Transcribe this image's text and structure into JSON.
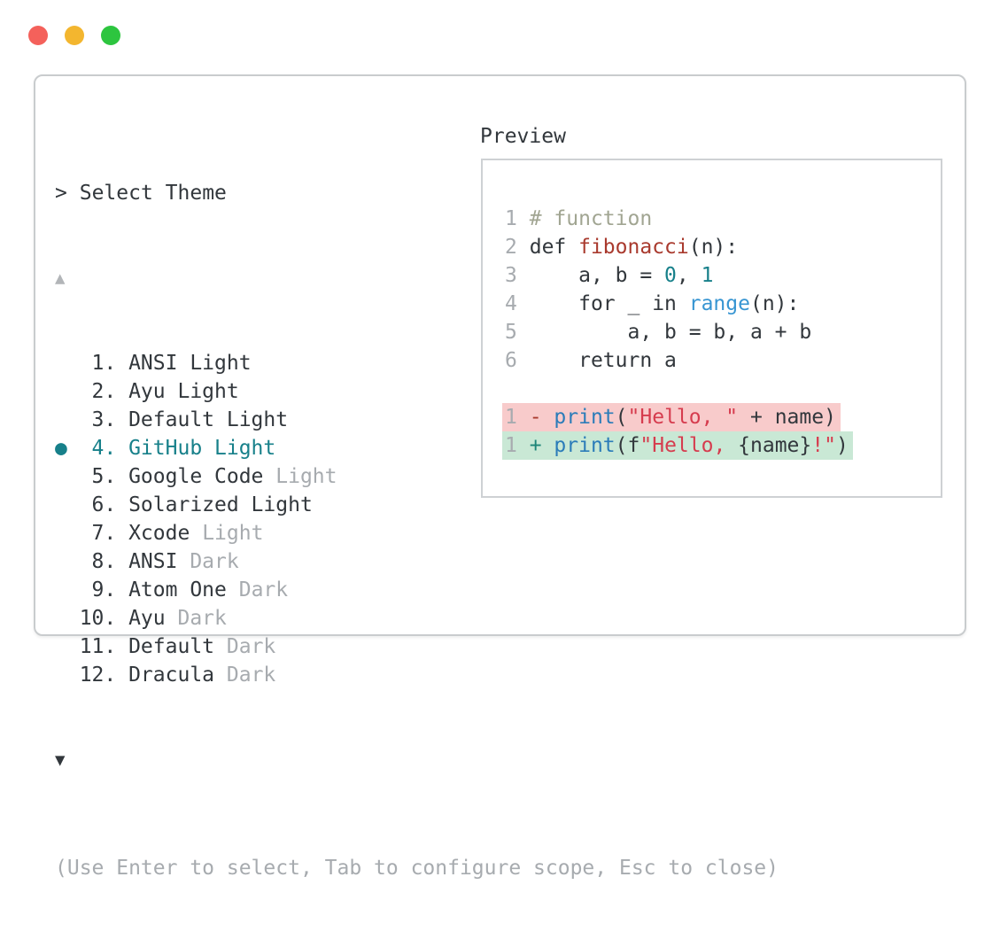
{
  "window": {
    "traffic_lights": [
      {
        "name": "close",
        "color": "#f4615b"
      },
      {
        "name": "minimize",
        "color": "#f3b62f"
      },
      {
        "name": "zoom",
        "color": "#2dc53f"
      }
    ]
  },
  "left_pane": {
    "prompt": ">",
    "title": "Select Theme",
    "scroll_up_indicator": "▲",
    "scroll_down_indicator": "▼",
    "selected_bullet": "●",
    "items": [
      {
        "number": "1",
        "name": "ANSI Light",
        "variant": "",
        "selected": false
      },
      {
        "number": "2",
        "name": "Ayu Light",
        "variant": "",
        "selected": false
      },
      {
        "number": "3",
        "name": "Default Light",
        "variant": "",
        "selected": false
      },
      {
        "number": "4",
        "name": "GitHub Light",
        "variant": "",
        "selected": true
      },
      {
        "number": "5",
        "name": "Google Code",
        "variant": "Light",
        "selected": false
      },
      {
        "number": "6",
        "name": "Solarized Light",
        "variant": "",
        "selected": false
      },
      {
        "number": "7",
        "name": "Xcode",
        "variant": "Light",
        "selected": false
      },
      {
        "number": "8",
        "name": "ANSI",
        "variant": "Dark",
        "selected": false
      },
      {
        "number": "9",
        "name": "Atom One",
        "variant": "Dark",
        "selected": false
      },
      {
        "number": "10",
        "name": "Ayu",
        "variant": "Dark",
        "selected": false
      },
      {
        "number": "11",
        "name": "Default",
        "variant": "Dark",
        "selected": false
      },
      {
        "number": "12",
        "name": "Dracula",
        "variant": "Dark",
        "selected": false
      }
    ],
    "footer_hint": "(Use Enter to select, Tab to configure scope, Esc to close)"
  },
  "preview": {
    "title": "Preview",
    "code_lines": [
      {
        "num": "1",
        "bg": null,
        "tokens": [
          {
            "text": "# function",
            "color": "comment"
          }
        ]
      },
      {
        "num": "2",
        "bg": null,
        "tokens": [
          {
            "text": "def ",
            "color": "dark"
          },
          {
            "text": "fibonacci",
            "color": "func_red"
          },
          {
            "text": "(n):",
            "color": "dark"
          }
        ]
      },
      {
        "num": "3",
        "bg": null,
        "tokens": [
          {
            "text": "    a, b = ",
            "color": "dark"
          },
          {
            "text": "0",
            "color": "number_teal"
          },
          {
            "text": ", ",
            "color": "dark"
          },
          {
            "text": "1",
            "color": "number_teal"
          }
        ]
      },
      {
        "num": "4",
        "bg": null,
        "tokens": [
          {
            "text": "    for _ in ",
            "color": "dark"
          },
          {
            "text": "range",
            "color": "blue_light"
          },
          {
            "text": "(n):",
            "color": "dark"
          }
        ]
      },
      {
        "num": "5",
        "bg": null,
        "tokens": [
          {
            "text": "        a, b = b, a + b",
            "color": "dark"
          }
        ]
      },
      {
        "num": "6",
        "bg": null,
        "tokens": [
          {
            "text": "    return a",
            "color": "dark"
          }
        ]
      },
      {
        "num": "",
        "bg": null,
        "tokens": []
      },
      {
        "num": "1",
        "bg": "removed",
        "tokens": [
          {
            "text": "- ",
            "color": "minus"
          },
          {
            "text": "print",
            "color": "blue"
          },
          {
            "text": "(",
            "color": "dark"
          },
          {
            "text": "\"Hello, \"",
            "color": "string_red"
          },
          {
            "text": " + name)",
            "color": "dark"
          }
        ]
      },
      {
        "num": "1",
        "bg": "added",
        "tokens": [
          {
            "text": "+ ",
            "color": "plus"
          },
          {
            "text": "print",
            "color": "blue"
          },
          {
            "text": "(f",
            "color": "dark"
          },
          {
            "text": "\"Hello, ",
            "color": "string_red"
          },
          {
            "text": "{name}",
            "color": "dark"
          },
          {
            "text": "!\"",
            "color": "string_red"
          },
          {
            "text": ")",
            "color": "dark"
          }
        ]
      }
    ]
  },
  "colors": {
    "dark": "#32373c",
    "gray": "#a7abaf",
    "teal": "#17808a",
    "comment": "#a1a592",
    "func_red": "#a93a2e",
    "blue": "#2b7cb9",
    "blue_light": "#3795d2",
    "number_teal": "#17808a",
    "string_red": "#d63c4e",
    "minus": "#a93a2e",
    "plus": "#1d8578",
    "diff_removed_bg": "#f8cbcb",
    "diff_added_bg": "#c9e8d5"
  }
}
